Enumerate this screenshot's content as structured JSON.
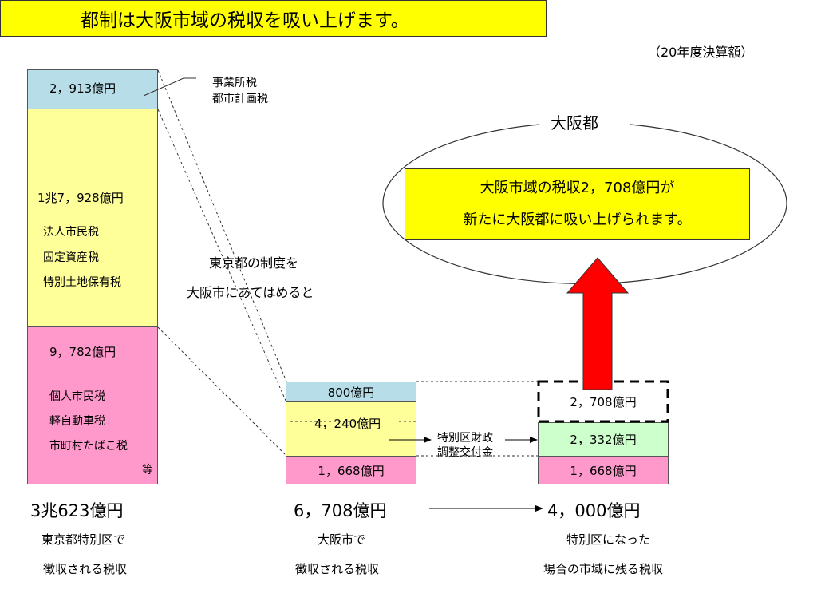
{
  "title": "都制は大阪市域の税収を吸い上げます。",
  "fiscal_note": "（20年度決算額）",
  "tokyo": {
    "top": {
      "amount": "2，913億円",
      "taxes": [
        "事業所税",
        "都市計画税"
      ]
    },
    "middle": {
      "amount": "1兆7，928億円",
      "taxes": [
        "法人市民税",
        "固定資産税",
        "特別土地保有税"
      ]
    },
    "bottom": {
      "amount": "9，782億円",
      "taxes": [
        "個人市民税",
        "軽自動車税",
        "市町村たばこ税"
      ],
      "etc": "等"
    },
    "total": "3兆623億円",
    "caption": [
      "東京都特別区で",
      "徴収される税収"
    ]
  },
  "apply_note": [
    "東京都の制度を",
    "大阪市にあてはめると"
  ],
  "osaka": {
    "top": "800億円",
    "middle": "4，240億円",
    "bottom": "1，668億円",
    "total": "6，708億円",
    "caption": [
      "大阪市で",
      "徴収される税収"
    ]
  },
  "transfer_label": [
    "特別区財政",
    "調整交付金"
  ],
  "ward": {
    "absorbed": "2，708億円",
    "middle": "2，332億円",
    "bottom": "1，668億円",
    "total": "4，000億円",
    "caption": [
      "特別区になった",
      "場合の市域に残る税収"
    ]
  },
  "prefecture": {
    "label": "大阪都",
    "message": [
      "大阪市域の税収2，708億円が",
      "新たに大阪都に吸い上げられます。"
    ]
  },
  "colors": {
    "title_bg": "#ffff00",
    "blue": "#b7dde8",
    "yellow": "#ffff99",
    "pink": "#ff99cc",
    "green": "#ccffcc",
    "arrow": "#ff0000"
  }
}
